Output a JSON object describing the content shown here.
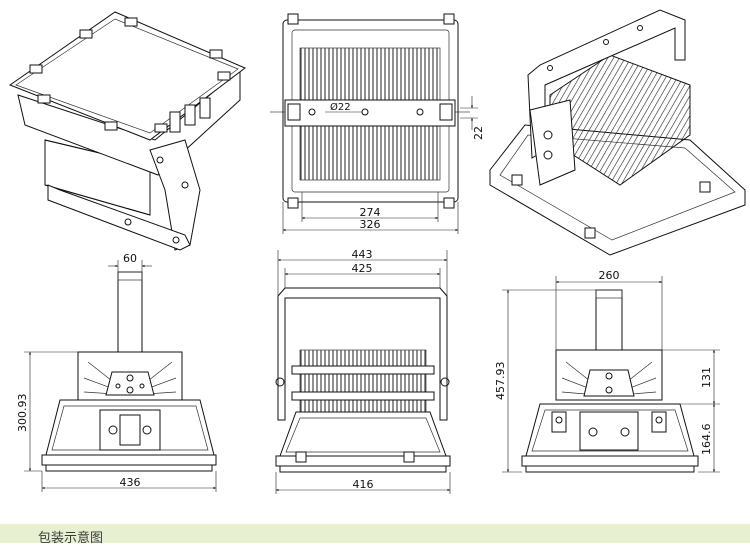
{
  "dimensions": {
    "hole_diameter": "Ø22",
    "hole_offset": "22",
    "inner_width_top": "274",
    "outer_width_top": "326",
    "bracket_width_side": "60",
    "total_height_side": "300.93",
    "base_width_side": "436",
    "bracket_width_front": "443",
    "bracket_inner_front": "425",
    "base_width_front": "416",
    "base_width_back": "260",
    "total_height_back": "457.93",
    "upper_height_back": "131",
    "lower_height_back": "164.6"
  },
  "caption": "包装示意图"
}
